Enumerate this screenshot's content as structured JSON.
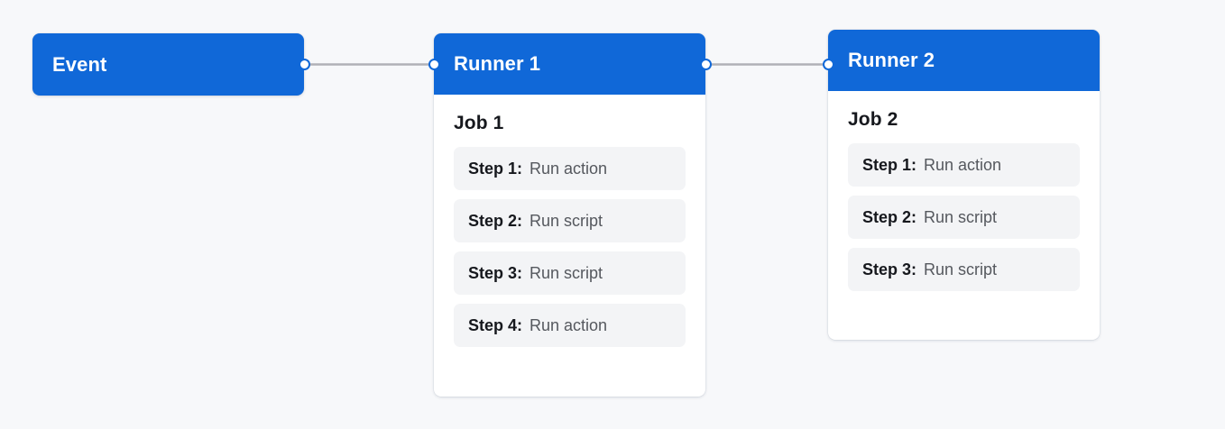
{
  "canvas": {
    "background_color": "#f7f8fa",
    "accent_color": "#1068d8",
    "edge_color": "#b1b1b7",
    "step_row_color": "#f3f4f6",
    "card_color": "#ffffff"
  },
  "nodes": [
    {
      "id": "event",
      "type": "event",
      "title": "Event",
      "handles": [
        "source-right"
      ]
    },
    {
      "id": "runner1",
      "type": "runner",
      "title": "Runner 1",
      "job_title": "Job 1",
      "handles": [
        "target-left",
        "source-right"
      ],
      "steps": [
        {
          "label": "Step 1:",
          "value": "Run action"
        },
        {
          "label": "Step 2:",
          "value": "Run script"
        },
        {
          "label": "Step 3:",
          "value": "Run script"
        },
        {
          "label": "Step 4:",
          "value": "Run action"
        }
      ]
    },
    {
      "id": "runner2",
      "type": "runner",
      "title": "Runner 2",
      "job_title": "Job 2",
      "handles": [
        "target-left"
      ],
      "steps": [
        {
          "label": "Step 1:",
          "value": "Run action"
        },
        {
          "label": "Step 2:",
          "value": "Run script"
        },
        {
          "label": "Step 3:",
          "value": "Run script"
        }
      ]
    }
  ],
  "edges": [
    {
      "id": "edge-event-runner1",
      "from": "event",
      "to": "runner1"
    },
    {
      "id": "edge-runner1-runner2",
      "from": "runner1",
      "to": "runner2"
    }
  ]
}
